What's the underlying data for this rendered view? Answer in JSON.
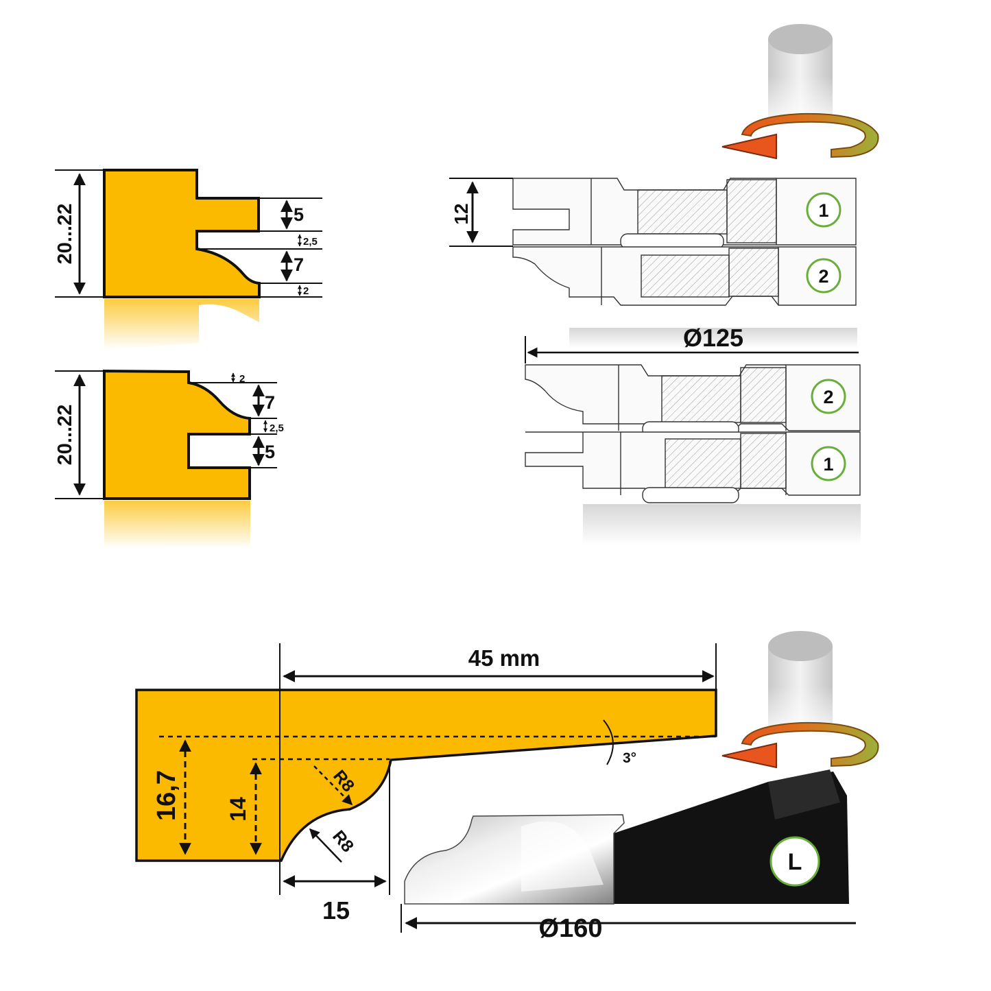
{
  "colors": {
    "profile_fill": "#FBBA00",
    "outline": "#111111",
    "badge_ring": "#6AAE3A",
    "arrow_orange": "#E8561E",
    "arrow_green": "#9BB03A",
    "cutter_dark": "#121212",
    "cutter_light": "#E6E6E6"
  },
  "icons": {
    "spindle": "spindle-cylinder-icon",
    "rotation": "rotation-arrow-icon"
  },
  "profile_top": {
    "height_label": "20...22",
    "tenon_label": "5",
    "gap_label": "2,5",
    "ogee_label": "7",
    "step_label": "2"
  },
  "profile_bottom": {
    "height_label": "20...22",
    "step_label": "2",
    "ogee_label": "7",
    "gap_label": "2,5",
    "tenon_label": "5"
  },
  "cutter_set": {
    "spacing_label": "12",
    "diameter_label": "Ø125",
    "upper_badges": [
      "1",
      "2"
    ],
    "lower_badges": [
      "2",
      "1"
    ]
  },
  "panel_cutter": {
    "width_label": "45 mm",
    "angle_label": "3°",
    "depth_outer_label": "16,7",
    "depth_inner_label": "14",
    "radius_top_label": "R8",
    "radius_bottom_label": "R8",
    "offset_label": "15",
    "diameter_label": "Ø160",
    "badge_label": "L"
  }
}
